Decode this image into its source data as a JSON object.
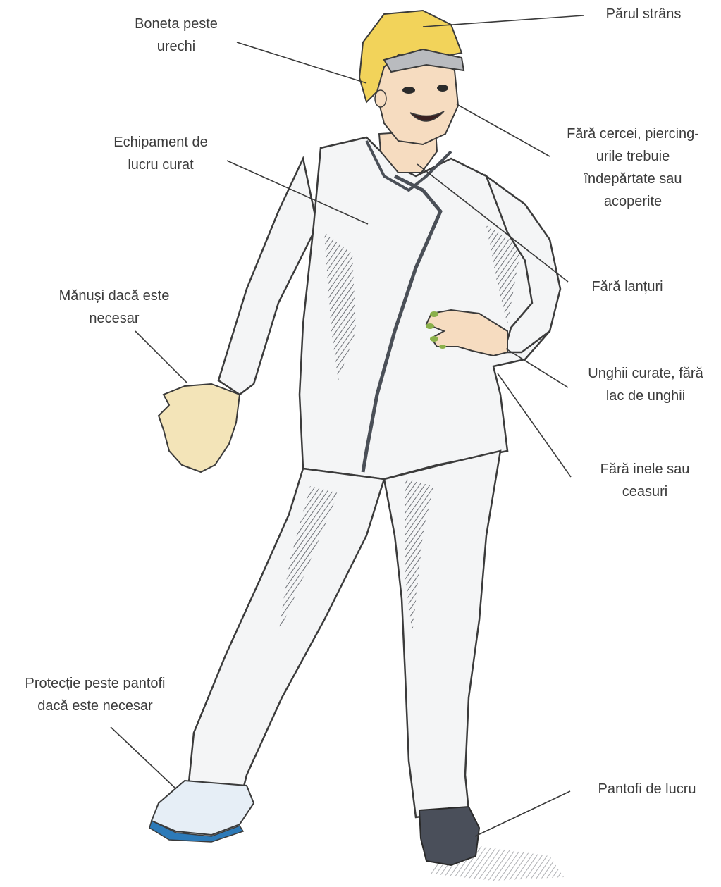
{
  "labels": {
    "hair": [
      "Părul strâns"
    ],
    "cap": [
      "Boneta peste",
      "urechi"
    ],
    "earrings": [
      "Fără cercei, piercing-",
      "urile trebuie",
      "îndepărtate sau",
      "acoperite"
    ],
    "clothing": [
      "Echipament de",
      "lucru curat"
    ],
    "chains": [
      "Fără lanțuri"
    ],
    "gloves": [
      "Mănuși dacă este",
      "necesar"
    ],
    "nails": [
      "Unghii curate, fără",
      "lac de unghii"
    ],
    "rings": [
      "Fără inele sau",
      "ceasuri"
    ],
    "shoe_covers": [
      "Protecție peste pantofi",
      "dacă este necesar"
    ],
    "shoes": [
      "Pantofi de lucru"
    ]
  },
  "colors": {
    "outline": "#3b3b3b",
    "uniform": "#f4f5f6",
    "uniform_shadow": "#8c8e92",
    "trim": "#4a4f57",
    "skin": "#f6dcc0",
    "hair": "#f2d35a",
    "cap_visor": "#b9bbbf",
    "glove": "#f3e4b8",
    "shoe_cover": "#2d7ab8",
    "shoe": "#4a4f5a",
    "nail_polish": "#8ab04a",
    "leader_line": "#3a3a3a"
  }
}
